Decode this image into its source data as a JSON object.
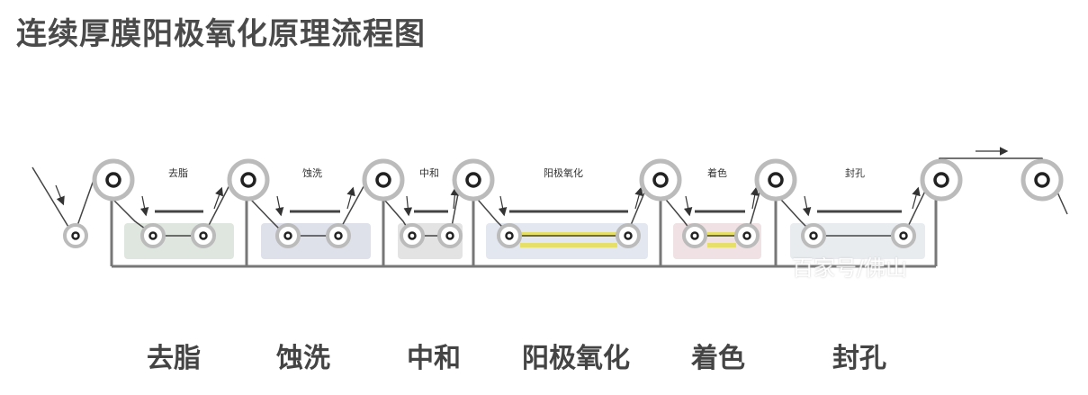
{
  "title": "连续厚膜阳极氧化原理流程图",
  "stages": [
    {
      "key": "degrease",
      "small_label": "去脂",
      "big_label": "去脂",
      "bath_color": "#dfe6df"
    },
    {
      "key": "etch",
      "small_label": "蚀洗",
      "big_label": "蚀洗",
      "bath_color": "#dfe1ea"
    },
    {
      "key": "neutralize",
      "small_label": "中和",
      "big_label": "中和",
      "bath_color": "#e3e3e3"
    },
    {
      "key": "anodize",
      "small_label": "阳极氧化",
      "big_label": "阳极氧化",
      "bath_color": "#e3e7f0"
    },
    {
      "key": "color",
      "small_label": "着色",
      "big_label": "着色",
      "bath_color": "#efe1e4"
    },
    {
      "key": "seal",
      "small_label": "封孔",
      "big_label": "封孔",
      "bath_color": "#e9ecef"
    }
  ],
  "watermark": "百家号/佛山",
  "colors": {
    "frame": "#777777",
    "roller_ring": "#bbbbbb",
    "electrode": "#e6df6a"
  }
}
